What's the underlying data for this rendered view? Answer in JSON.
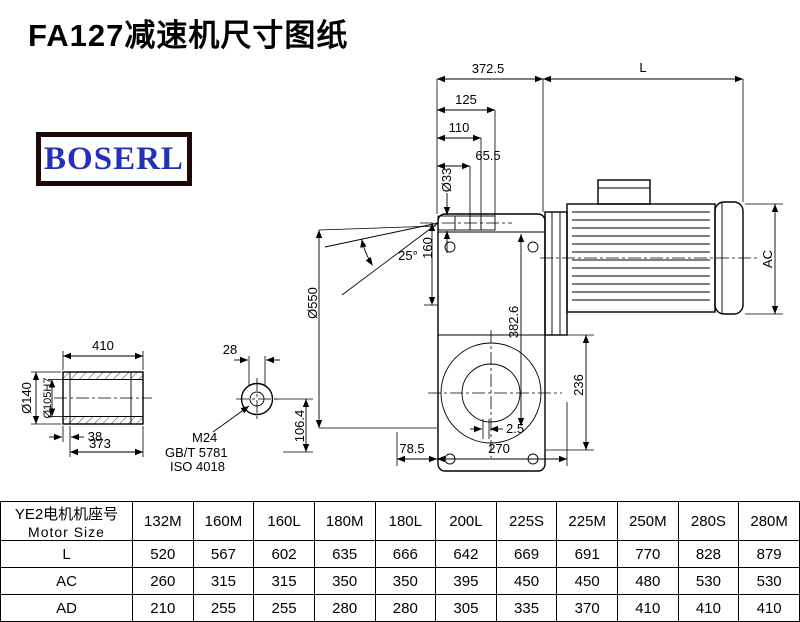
{
  "page": {
    "title": "FA127减速机尺寸图纸"
  },
  "logo": {
    "text": "BOSERL"
  },
  "drawing": {
    "dims": {
      "top_372_5": "372.5",
      "top_L": "L",
      "top_125": "125",
      "top_110": "110",
      "top_65_5": "65.5",
      "dia_33": "Ø33",
      "len_160": "160",
      "ang_25": "25°",
      "dia_550": "Ø550",
      "len_382_6": "382.6",
      "motor_AC": "AC",
      "len_236": "236",
      "len_2_5": "2.5",
      "len_78_5": "78.5",
      "len_270": "270",
      "shaft_410": "410",
      "shaft_28": "28",
      "dia_140": "Ø140",
      "dia_105": "Ø105H7",
      "shaft_38": "38",
      "shaft_373": "373",
      "len_106_4": "106.4",
      "note_m24": "M24",
      "note_gbt": "GB/T 5781",
      "note_iso": "ISO 4018"
    }
  },
  "table": {
    "header": {
      "line1": "YE2电机机座号",
      "line2": "Motor Size"
    },
    "columns": [
      "132M",
      "160M",
      "160L",
      "180M",
      "180L",
      "200L",
      "225S",
      "225M",
      "250M",
      "280S",
      "280M"
    ],
    "rows": [
      {
        "label": "L",
        "values": [
          "520",
          "567",
          "602",
          "635",
          "666",
          "642",
          "669",
          "691",
          "770",
          "828",
          "879"
        ]
      },
      {
        "label": "AC",
        "values": [
          "260",
          "315",
          "315",
          "350",
          "350",
          "395",
          "450",
          "450",
          "480",
          "530",
          "530"
        ]
      },
      {
        "label": "AD",
        "values": [
          "210",
          "255",
          "255",
          "280",
          "280",
          "305",
          "335",
          "370",
          "410",
          "410",
          "410"
        ]
      }
    ]
  }
}
